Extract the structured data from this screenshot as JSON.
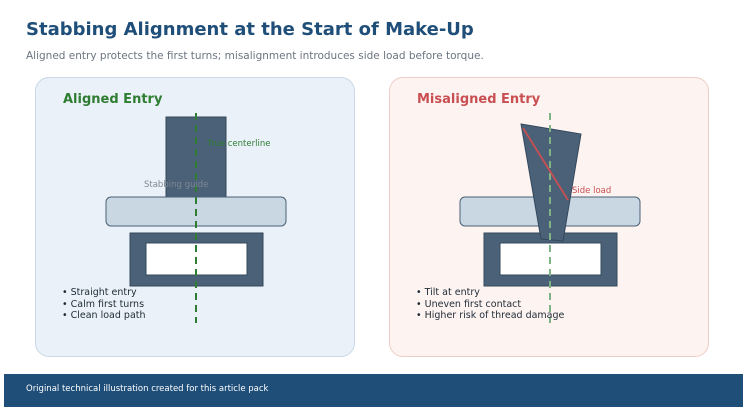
{
  "header": {
    "title": "Stabbing Alignment at the Start of Make-Up",
    "subtitle": "Aligned entry protects the first turns; misalignment introduces side load before torque."
  },
  "panels": {
    "aligned": {
      "title": "Aligned Entry",
      "centerline_label": "True centerline",
      "guide_label": "Stabbing guide",
      "bullets": [
        "• Straight entry",
        "• Calm first turns",
        "• Clean load path"
      ]
    },
    "misaligned": {
      "title": "Misaligned Entry",
      "side_load_label": "Side load",
      "bullets": [
        "• Tilt at entry",
        "• Uneven first contact",
        "• Higher risk of thread damage"
      ]
    }
  },
  "footer": {
    "caption": "Original technical illustration created for this article pack"
  },
  "colors": {
    "heading": "#1f4e79",
    "aligned_accent": "#2e7d32",
    "misaligned_accent": "#c94f52",
    "pipe": "#4a6177",
    "guide": "#c9d7e2",
    "footer_bg": "#1f4e79"
  }
}
